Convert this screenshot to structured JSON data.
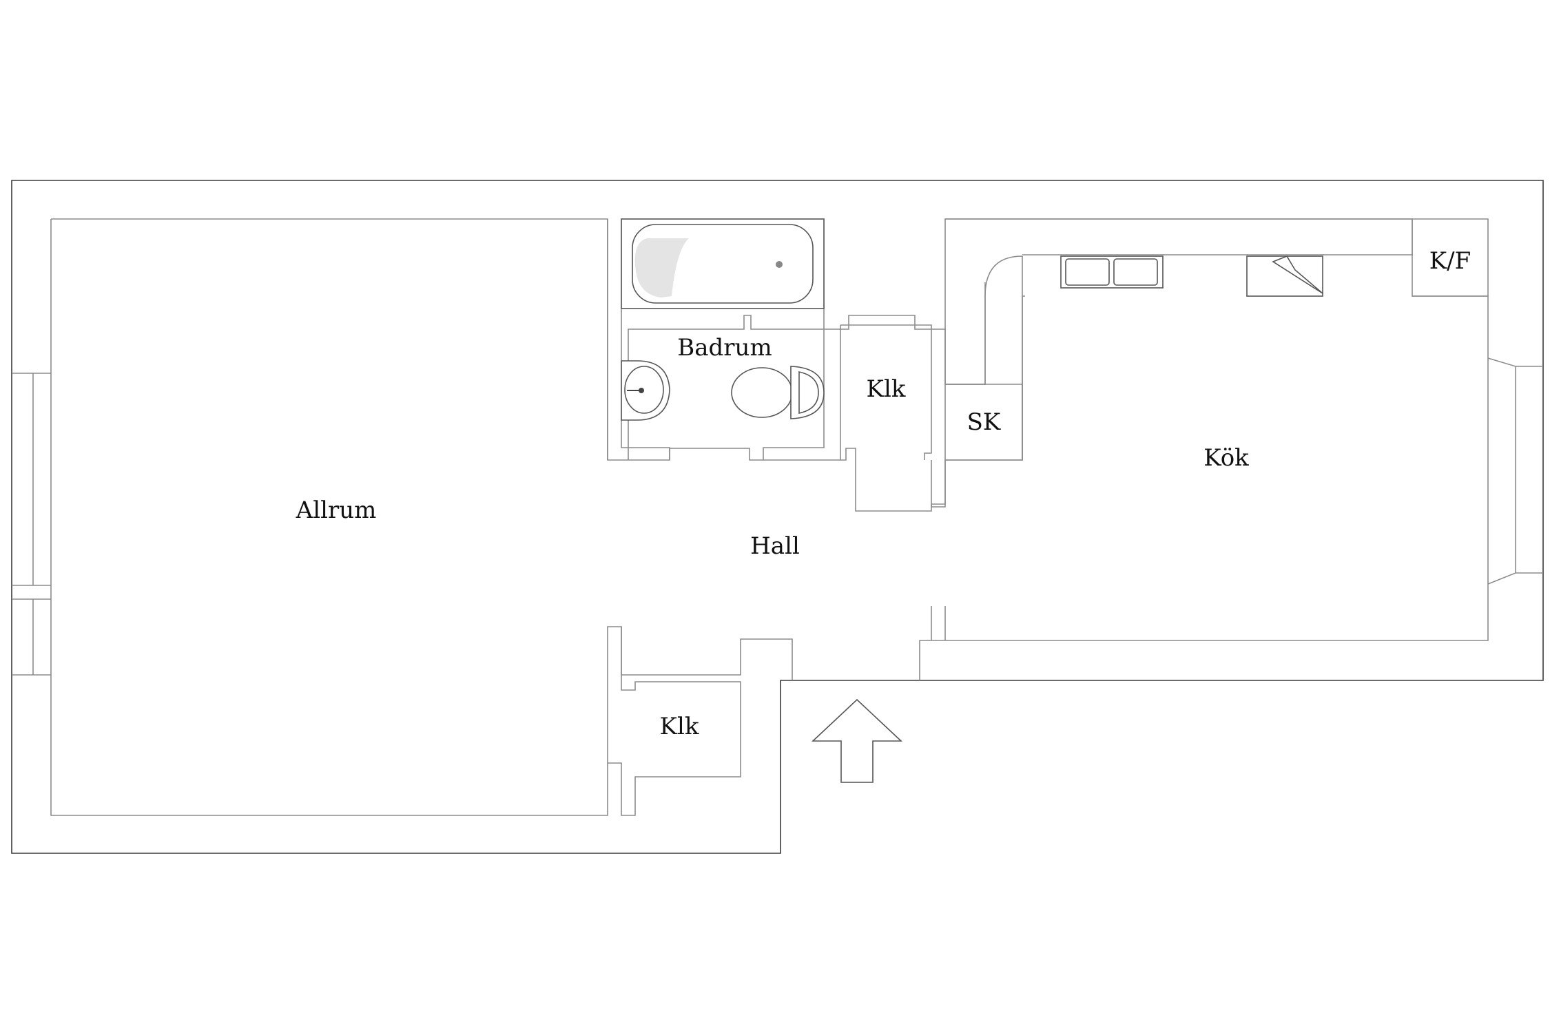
{
  "rooms": {
    "allrum": "Allrum",
    "badrum": "Badrum",
    "hall": "Hall",
    "klk_upper": "Klk",
    "klk_lower": "Klk",
    "sk": "SK",
    "kok": "Kök",
    "kf": "K/F"
  }
}
